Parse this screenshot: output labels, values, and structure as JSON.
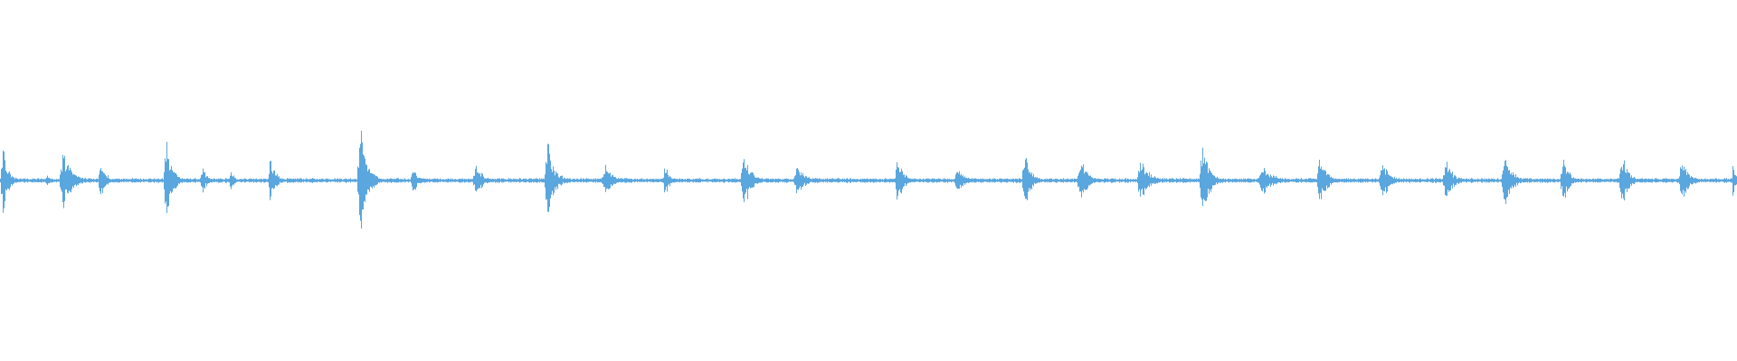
{
  "waveform": {
    "color": "#5aa6de",
    "background": "#ffffff",
    "bursts": [
      {
        "t": 0.0,
        "amp": 0.3,
        "len": 0.012
      },
      {
        "t": 0.026,
        "amp": 0.07,
        "len": 0.006
      },
      {
        "t": 0.034,
        "amp": 0.24,
        "len": 0.02
      },
      {
        "t": 0.056,
        "amp": 0.18,
        "len": 0.012
      },
      {
        "t": 0.094,
        "amp": 0.36,
        "len": 0.014
      },
      {
        "t": 0.115,
        "amp": 0.12,
        "len": 0.01
      },
      {
        "t": 0.132,
        "amp": 0.11,
        "len": 0.008
      },
      {
        "t": 0.154,
        "amp": 0.2,
        "len": 0.012
      },
      {
        "t": 0.205,
        "amp": 0.42,
        "len": 0.016
      },
      {
        "t": 0.236,
        "amp": 0.13,
        "len": 0.012
      },
      {
        "t": 0.272,
        "amp": 0.14,
        "len": 0.016
      },
      {
        "t": 0.313,
        "amp": 0.32,
        "len": 0.016
      },
      {
        "t": 0.346,
        "amp": 0.12,
        "len": 0.02
      },
      {
        "t": 0.381,
        "amp": 0.14,
        "len": 0.012
      },
      {
        "t": 0.426,
        "amp": 0.24,
        "len": 0.016
      },
      {
        "t": 0.456,
        "amp": 0.12,
        "len": 0.02
      },
      {
        "t": 0.515,
        "amp": 0.22,
        "len": 0.012
      },
      {
        "t": 0.549,
        "amp": 0.1,
        "len": 0.018
      },
      {
        "t": 0.588,
        "amp": 0.24,
        "len": 0.014
      },
      {
        "t": 0.62,
        "amp": 0.18,
        "len": 0.016
      },
      {
        "t": 0.654,
        "amp": 0.18,
        "len": 0.02
      },
      {
        "t": 0.69,
        "amp": 0.3,
        "len": 0.016
      },
      {
        "t": 0.724,
        "amp": 0.12,
        "len": 0.024
      },
      {
        "t": 0.758,
        "amp": 0.2,
        "len": 0.016
      },
      {
        "t": 0.794,
        "amp": 0.17,
        "len": 0.016
      },
      {
        "t": 0.83,
        "amp": 0.18,
        "len": 0.016
      },
      {
        "t": 0.864,
        "amp": 0.25,
        "len": 0.016
      },
      {
        "t": 0.898,
        "amp": 0.2,
        "len": 0.014
      },
      {
        "t": 0.932,
        "amp": 0.24,
        "len": 0.014
      },
      {
        "t": 0.966,
        "amp": 0.18,
        "len": 0.016
      },
      {
        "t": 0.997,
        "amp": 0.26,
        "len": 0.004
      }
    ]
  }
}
